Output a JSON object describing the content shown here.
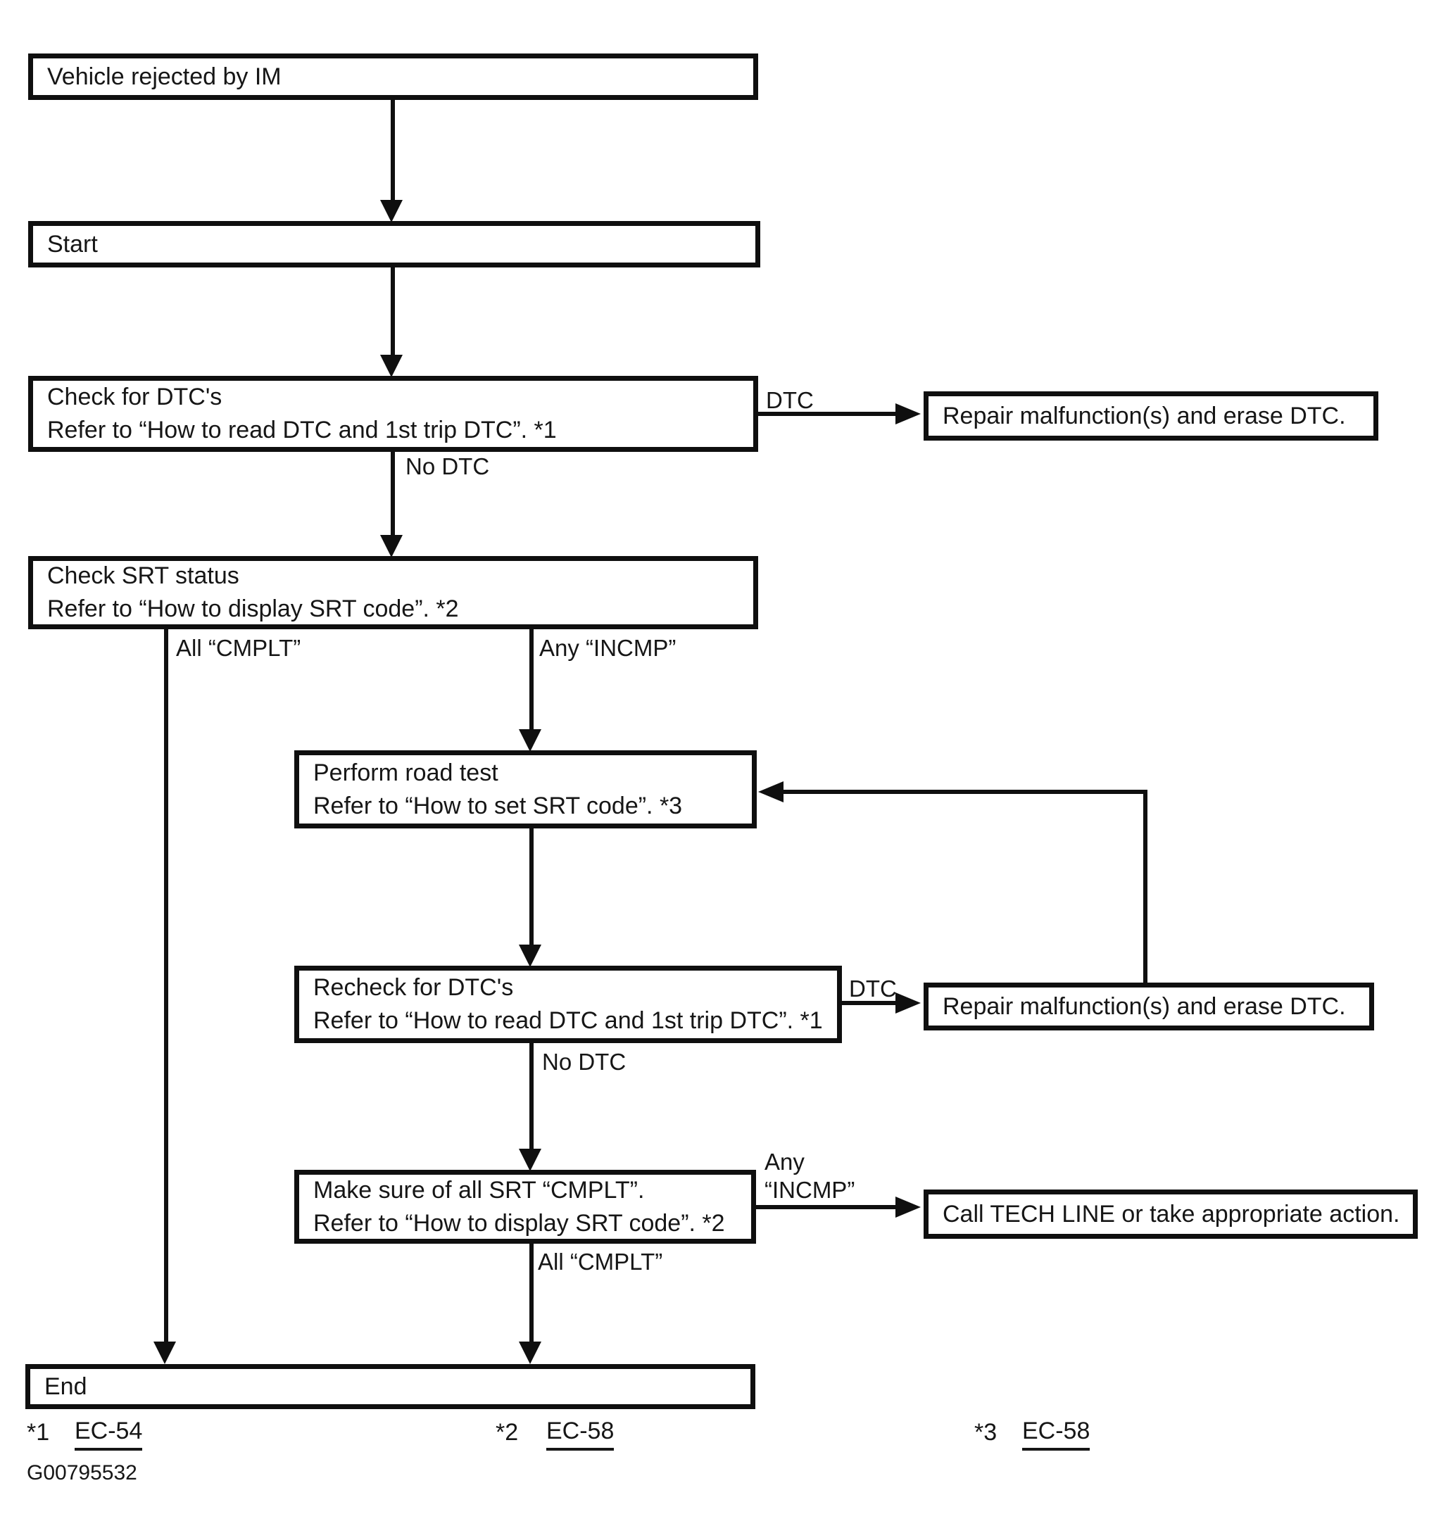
{
  "figure": {
    "background": "#ffffff",
    "ink": "#0f0f0f"
  },
  "nodes": {
    "vehicle_rejected": {
      "line1": "Vehicle rejected by IM"
    },
    "start": {
      "line1": "Start"
    },
    "check_dtc": {
      "line1": "Check for DTC's",
      "line2": "Refer to “How to read DTC and 1st trip DTC”. *1"
    },
    "repair_erase_1": {
      "line1": "Repair malfunction(s) and erase DTC."
    },
    "check_srt": {
      "line1": "Check SRT status",
      "line2": "Refer to “How to display SRT code”. *2"
    },
    "road_test": {
      "line1": "Perform road test",
      "line2": "Refer to “How to set SRT code”. *3"
    },
    "recheck_dtc": {
      "line1": "Recheck for DTC's",
      "line2": "Refer to “How to read DTC and 1st trip DTC”. *1"
    },
    "repair_erase_2": {
      "line1": "Repair malfunction(s) and erase DTC."
    },
    "make_sure_srt": {
      "line1": "Make sure of all SRT “CMPLT”.",
      "line2": "Refer to “How to display SRT code”. *2"
    },
    "call_tech_line": {
      "line1": "Call TECH LINE or take appropriate action."
    },
    "end": {
      "line1": "End"
    }
  },
  "edge_labels": {
    "dtc_1": "DTC",
    "no_dtc_1": "No DTC",
    "all_cmplt_1": "All “CMPLT”",
    "any_incmp_1": "Any “INCMP”",
    "dtc_2": "DTC",
    "no_dtc_2": "No DTC",
    "any_2": "Any",
    "incmp_2": "“INCMP”",
    "all_cmplt_2": "All “CMPLT”"
  },
  "footnotes": [
    {
      "marker": "*1",
      "page": "EC-54"
    },
    {
      "marker": "*2",
      "page": "EC-58"
    },
    {
      "marker": "*3",
      "page": "EC-58"
    }
  ],
  "figure_id": "G00795532"
}
